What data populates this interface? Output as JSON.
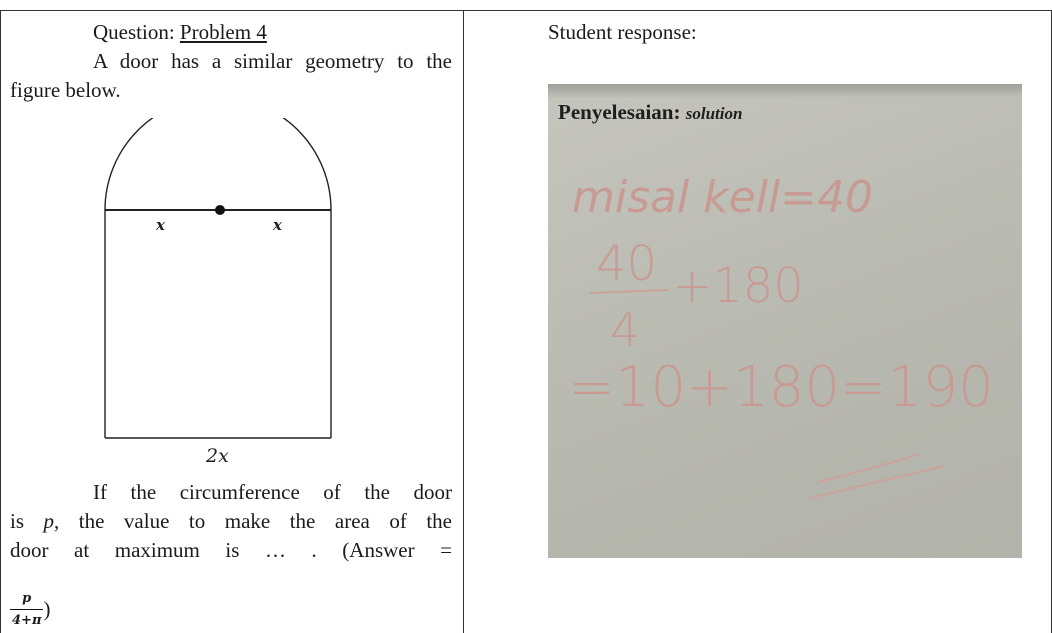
{
  "question": {
    "label": "Question:",
    "problem": "Problem 4",
    "intro": "A door has a similar geometry to the figure below.",
    "figure": {
      "x_left": "x",
      "x_right": "x",
      "bottom": "2x"
    },
    "para_line1": "If the circumference of the door",
    "para_line2": "is p, the value to make the area of the",
    "para_line3": "door at maximum is … . (Answer =",
    "answer_num": "p",
    "answer_den": "4+π",
    "answer_close": ")"
  },
  "response": {
    "label": "Student response:",
    "photo_title_bold": "Penyelesaian:",
    "photo_title_italic": "solution",
    "line1": "misal kell=40",
    "line2_num": "40",
    "line2_den": "4",
    "line2_rest": "+180",
    "line3": "=10+180=190"
  }
}
